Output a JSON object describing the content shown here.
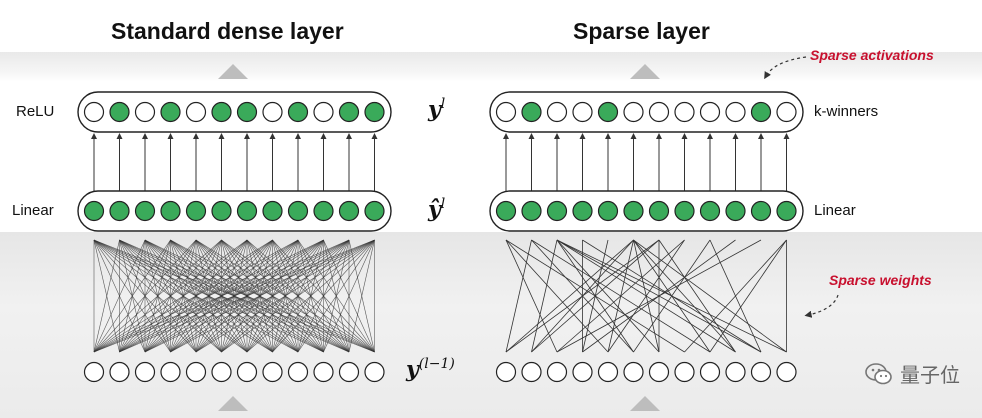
{
  "titles": {
    "dense": "Standard dense layer",
    "sparse": "Sparse layer"
  },
  "labels": {
    "relu": "ReLU",
    "linear_left": "Linear",
    "k_winners": "k-winners",
    "linear_right": "Linear"
  },
  "math": {
    "y_base": "y",
    "y_sup": "l",
    "yhat_base": "ŷ",
    "yhat_sup": "l",
    "yprev_sup": "(l−1)"
  },
  "annotations": {
    "sparse_activations": "Sparse activations",
    "sparse_weights": "Sparse weights"
  },
  "watermark": {
    "text": "量子位",
    "icon": "wechat-icon"
  },
  "colors": {
    "active": "#3aaa5a",
    "inactive": "#ffffff",
    "outline": "#222222",
    "annotation": "#c8102e"
  },
  "units_per_layer": 12,
  "dense_relu_active": [
    0,
    1,
    0,
    1,
    0,
    1,
    1,
    0,
    1,
    0,
    1,
    1
  ],
  "sparse_kwinners_active": [
    0,
    1,
    0,
    0,
    1,
    0,
    0,
    0,
    0,
    0,
    1,
    0
  ]
}
